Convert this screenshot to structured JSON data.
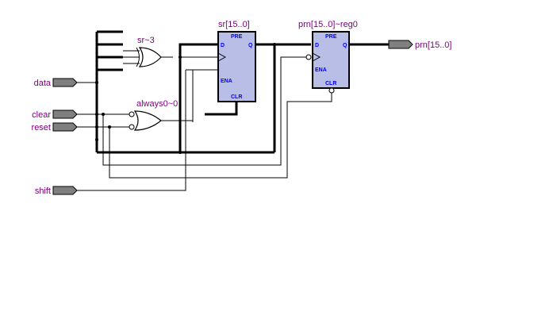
{
  "inputs": {
    "data": "data",
    "clear": "clear",
    "reset": "reset",
    "shift": "shift"
  },
  "output": {
    "prn": "prn[15..0]"
  },
  "gates": {
    "xor_name": "sr~3",
    "or_name": "always0~0"
  },
  "registers": {
    "sr": {
      "name": "sr[15..0]",
      "pins": {
        "pre": "PRE",
        "d": "D",
        "q": "Q",
        "ena": "ENA",
        "clr": "CLR"
      }
    },
    "prn_reg": {
      "name": "prn[15..0]~reg0",
      "pins": {
        "pre": "PRE",
        "d": "D",
        "q": "Q",
        "ena": "ENA",
        "clr": "CLR"
      }
    }
  },
  "colors": {
    "label": "#800080",
    "pin_label": "#0000ff",
    "register_fill": "#b8bee6",
    "port_fill": "#808080"
  }
}
